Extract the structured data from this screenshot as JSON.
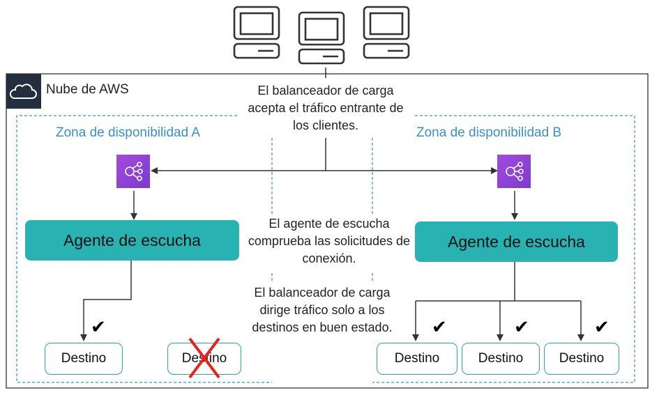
{
  "cloud": {
    "title": "Nube de AWS"
  },
  "zones": {
    "a": {
      "label": "Zona de disponibilidad A"
    },
    "b": {
      "label": "Zona de disponibilidad B"
    }
  },
  "notes": {
    "accept": "El balanceador de carga acepta el tráfico entrante de los clientes.",
    "listener": "El agente de escucha comprueba las solicitudes de conexión.",
    "route": "El balanceador de carga dirige tráfico solo a los destinos en buen estado."
  },
  "listener": {
    "a": "Agente de escucha",
    "b": "Agente de escucha"
  },
  "targets": {
    "a": [
      "Destino",
      "Destino"
    ],
    "b": [
      "Destino",
      "Destino",
      "Destino"
    ]
  },
  "marks": {
    "check": "✔"
  },
  "colors": {
    "teal": "#29b2b2",
    "zone_blue": "#3b8fd0",
    "elb_purple": "#8c44d6",
    "x_red": "#e8231e"
  },
  "icons": [
    "computer-icon",
    "cloud-icon",
    "load-balancer-icon",
    "checkmark-icon",
    "x-mark-icon"
  ]
}
